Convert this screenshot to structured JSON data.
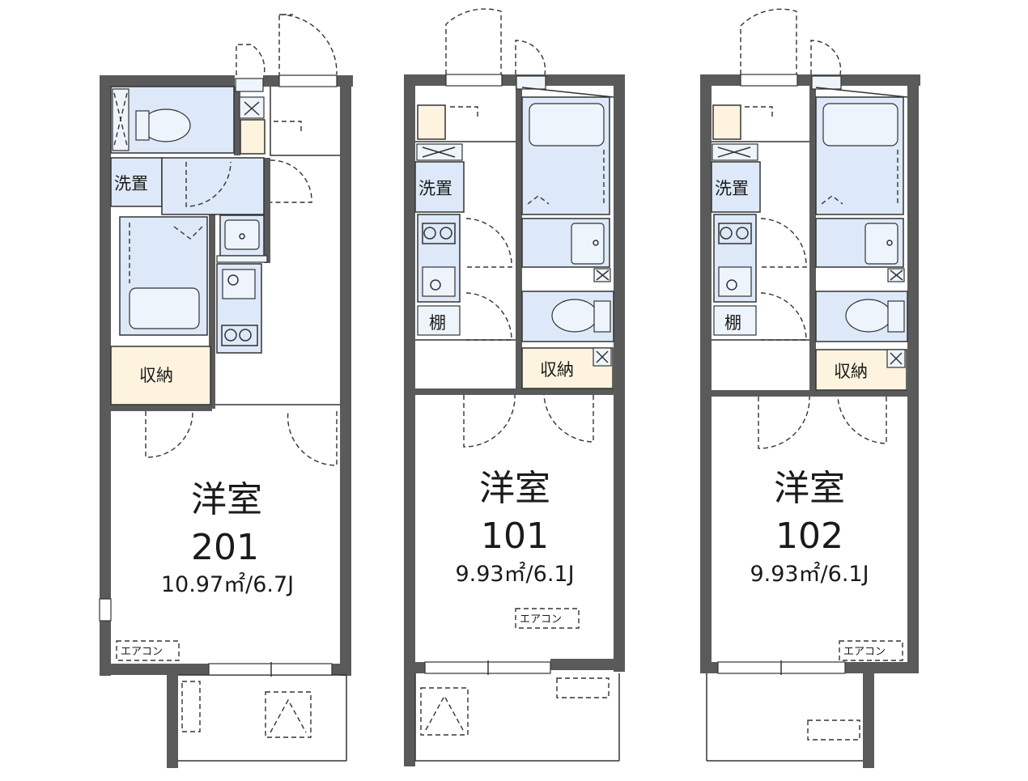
{
  "units": [
    {
      "room_type": "洋室",
      "number": "201",
      "area": "10.97㎡/6.7J",
      "storage": "収納",
      "laundry": "洗置",
      "aircon": "エアコン"
    },
    {
      "room_type": "洋室",
      "number": "101",
      "area": "9.93㎡/6.1J",
      "storage": "収納",
      "laundry": "洗置",
      "shelf": "棚",
      "aircon": "エアコン"
    },
    {
      "room_type": "洋室",
      "number": "102",
      "area": "9.93㎡/6.1J",
      "storage": "収納",
      "laundry": "洗置",
      "shelf": "棚",
      "aircon": "エアコン"
    }
  ]
}
